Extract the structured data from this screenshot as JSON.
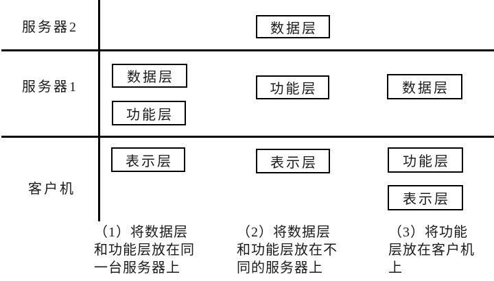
{
  "diagram": {
    "row_labels": [
      "服务器2",
      "服务器1",
      "客户机"
    ],
    "options": [
      {
        "id": "1",
        "server2": [],
        "server1": [
          "数据层",
          "功能层"
        ],
        "client": [
          "表示层"
        ],
        "caption_lines": [
          "（1）将数据层",
          "和功能层放在同",
          "一台服务器上"
        ]
      },
      {
        "id": "2",
        "server2": [
          "数据层"
        ],
        "server1": [
          "功能层"
        ],
        "client": [
          "表示层"
        ],
        "caption_lines": [
          "（2）将数据层",
          "和功能层放在不",
          "同的服务器上"
        ]
      },
      {
        "id": "3",
        "server2": [],
        "server1": [
          "数据层"
        ],
        "client": [
          "功能层",
          "表示层"
        ],
        "caption_lines": [
          "（3）将功能",
          "层放在客户机",
          "上"
        ]
      }
    ],
    "colors": {
      "line": "#000000",
      "text": "#1a1a1a",
      "background": "#ffffff"
    }
  }
}
